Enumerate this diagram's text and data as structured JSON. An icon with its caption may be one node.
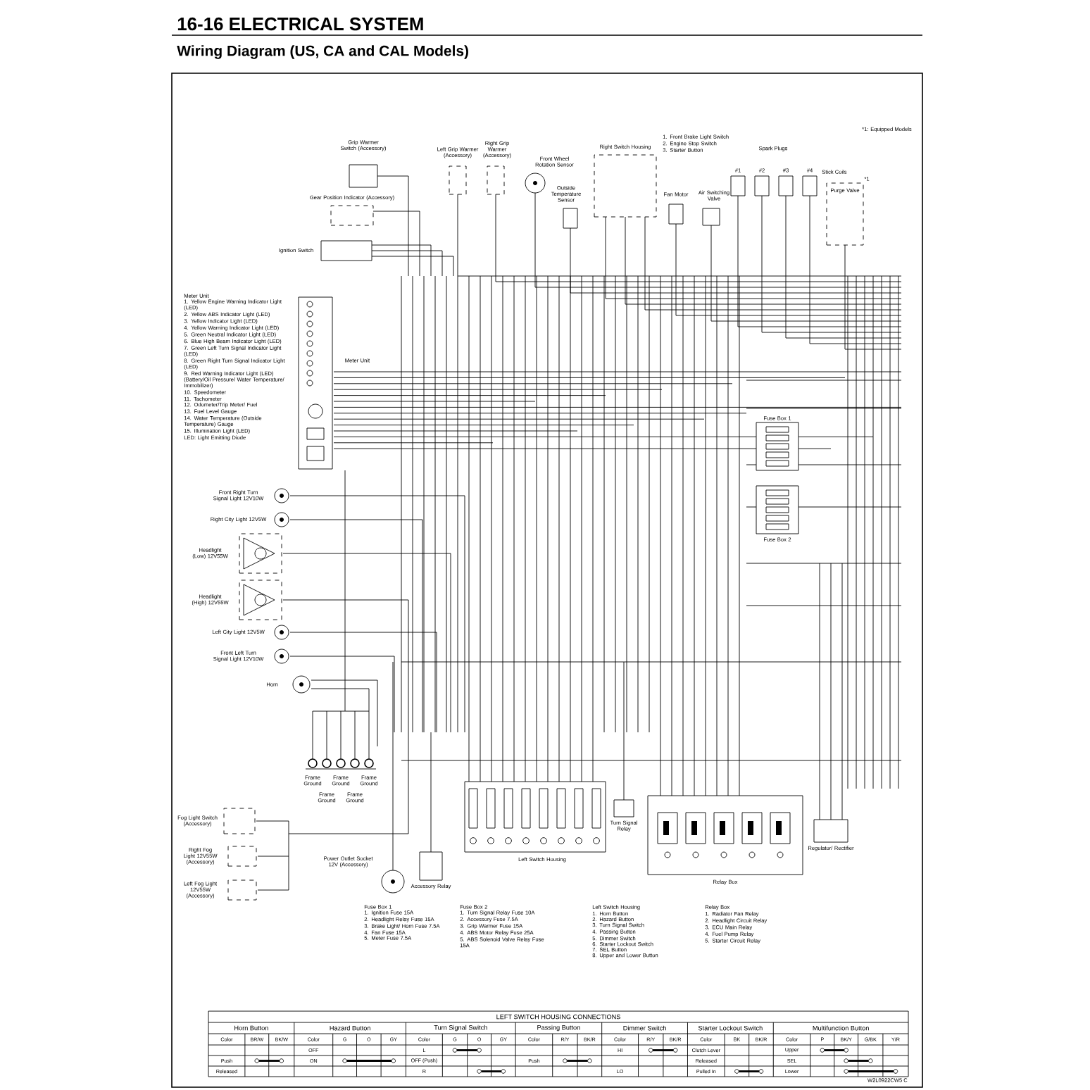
{
  "diagram": {
    "title": "Wiring Diagram (US, CA and CAL Models)",
    "nodes": [
      {
        "text": [
          "Grip Warmer Switch (Accessory)"
        ]
      },
      {
        "text": [
          "Left Grip Warmer (Accessory)"
        ]
      },
      {
        "text": [
          "Right Grip Warmer (Accessory)"
        ]
      },
      {
        "text": [
          "Gear Position Indicator (Accessory)"
        ]
      },
      {
        "text": [
          "Ignition Switch"
        ]
      },
      {
        "text": [
          "Front Wheel Rotation Sensor"
        ]
      },
      {
        "text": [
          "Outside Temperature Sensor"
        ]
      },
      {
        "text": [
          "Right Switch Housing"
        ]
      },
      {
        "text": [
          "Fan Motor"
        ]
      },
      {
        "text": [
          "Air Switching Valve"
        ]
      },
      {
        "text": [
          "#1"
        ]
      },
      {
        "text": [
          "#2"
        ]
      },
      {
        "text": [
          "#3"
        ]
      },
      {
        "text": [
          "#4"
        ]
      },
      {
        "text": [
          "Purge Valve"
        ],
        "beside": [
          "*1"
        ]
      },
      {
        "text": [
          "Meter Unit"
        ]
      },
      {
        "text": [
          "Front Right Turn Signal Light 12V10W"
        ]
      },
      {
        "text": [
          "Right City Light 12V5W"
        ]
      },
      {
        "text": [
          "Headlight (Low) 12V55W"
        ]
      },
      {
        "text": [
          "Headlight (High) 12V55W"
        ]
      },
      {
        "text": [
          "Left City Light 12V5W"
        ]
      },
      {
        "text": [
          "Front Left Turn Signal Light 12V10W"
        ]
      },
      {
        "text": [
          "Horn"
        ]
      },
      {
        "text": [
          "Frame Ground"
        ]
      },
      {
        "text": [
          "Frame Ground"
        ]
      },
      {
        "text": [
          "Frame Ground"
        ]
      },
      {
        "text": [
          "Frame Ground"
        ]
      },
      {
        "text": [
          "Frame Ground"
        ]
      },
      {
        "text": [
          "Fog Light Switch (Accessory)"
        ]
      },
      {
        "text": [
          "Right Fog Light 12V55W (Accessory)"
        ]
      },
      {
        "text": [
          "Left Fog Light 12V55W (Accessory)"
        ]
      },
      {
        "text": [
          "Power Outlet Socket 12V (Accessory)"
        ]
      },
      {
        "text": [
          "Accessory Relay"
        ]
      },
      {
        "text": [
          "Left Switch Housing"
        ]
      },
      {
        "text": [
          "Turn Signal Relay"
        ]
      },
      {
        "text": [
          "Relay Box"
        ]
      },
      {
        "text": [
          "Regulator/ Rectifier"
        ]
      },
      {
        "text": [
          "Fuse Box 1"
        ]
      },
      {
        "text": [
          "Fuse Box 2"
        ]
      }
    ],
    "labels": [
      "16-16 ELECTRICAL SYSTEM",
      "*1: Equipped Models",
      "1. Front Brake Light Switch",
      "2. Engine Stop Switch",
      "3. Starter Button",
      "Spark Plugs",
      "Stick Coils",
      "Meter Unit",
      "1. Yellow Engine Warning Indicator Light (LED)",
      "2. Yellow ABS Indicator Light (LED)",
      "3. Yellow Indicator Light (LED)",
      "4. Yellow Warning Indicator Light (LED)",
      "5. Green Neutral Indicator Light (LED)",
      "6. Blue High Beam Indicator Light (LED)",
      "7. Green Left Turn Signal Indicator Light (LED)",
      "8. Green Right Turn Signal Indicator Light (LED)",
      "9. Red Warning Indicator Light (LED) (Battery/Oil Pressure/ Water Temperature/ Immobilizer)",
      "10. Speedometer",
      "11. Tachometer",
      "12. Odometer/Trip Meter/ Fuel",
      "13. Fuel Level Gauge",
      "14. Water Temperature (Outside Temperature) Gauge",
      "15. Illumination Light (LED)",
      "LED: Light Emitting Diode",
      "Fuse Box 1",
      "1. Ignition Fuse 15A",
      "2. Headlight Relay Fuse 15A",
      "3. Brake Light/ Horn Fuse 7.5A",
      "4. Fan Fuse 15A",
      "5. Meter Fuse 7.5A",
      "Fuse Box 2",
      "1. Turn Signal Relay Fuse 10A",
      "2. Accessory Fuse 7.5A",
      "3. Grip Warmer Fuse 15A",
      "4. ABS Motor Relay Fuse 25A",
      "5. ABS Solenoid Valve Relay Fuse 15A",
      "Left Switch Housing",
      "1. Horn Button",
      "2. Hazard Button",
      "3. Turn Signal Switch",
      "4. Passing Button",
      "5. Dimmer Switch",
      "6. Starter Lockout Switch",
      "7. SEL Button",
      "8. Upper and Lower Button",
      "Relay Box",
      "1. Radiator Fan Relay",
      "2. Headlight Circuit Relay",
      "3. ECU Main Relay",
      "4. Fuel Pump Relay",
      "5. Starter Circuit Relay",
      "LEFT SWITCH HOUSING CONNECTIONS",
      "Horn Button",
      "Hazard Button",
      "Turn Signal Switch",
      "Passing Button",
      "Dimmer Switch",
      "Starter Lockout Switch",
      "Multifunction Button",
      "Color",
      "BR/W",
      "BK/W",
      "Color",
      "G",
      "O",
      "GY",
      "Color",
      "G",
      "O",
      "GY",
      "Color",
      "R/Y",
      "BK/R",
      "Color",
      "R/Y",
      "BK/R",
      "Color",
      "BK",
      "BK/R",
      "Color",
      "P",
      "BK/Y",
      "G/BK",
      "Y/R",
      "OFF",
      "L",
      "HI",
      "Clutch Lever",
      "Upper",
      "Push",
      "ON",
      "OFF (Push)",
      "Push",
      "Released",
      "SEL",
      "Released",
      "R",
      "LO",
      "Pulled In",
      "Lower",
      "W2L0922CW5 C"
    ]
  }
}
